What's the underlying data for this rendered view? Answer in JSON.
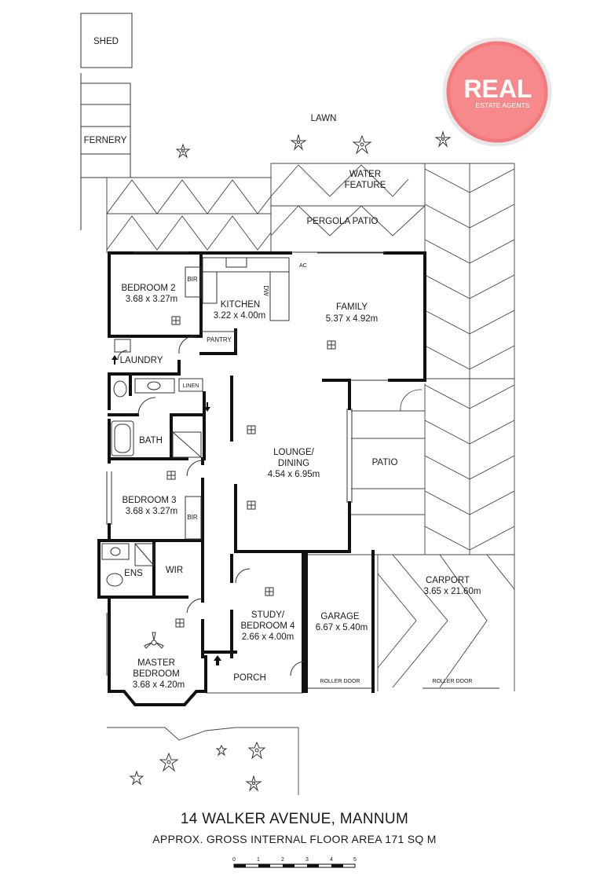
{
  "brand": {
    "logo_text": "REAL",
    "logo_subtext": "ESTATE AGENTS",
    "logo_color": "#f4797c"
  },
  "outdoor": {
    "shed": "SHED",
    "fernery": "FERNERY",
    "lawn": "LAWN",
    "water_feature_1": "WATER",
    "water_feature_2": "FEATURE",
    "pergola_patio": "PERGOLA PATIO",
    "patio": "PATIO",
    "porch": "PORCH"
  },
  "rooms": {
    "bedroom2": {
      "name": "BEDROOM 2",
      "dims": "3.68 x 3.27m"
    },
    "kitchen": {
      "name": "KITCHEN",
      "dims": "3.22 x 4.00m"
    },
    "family": {
      "name": "FAMILY",
      "dims": "5.37 x 4.92m"
    },
    "lounge": {
      "name_1": "LOUNGE/",
      "name_2": "DINING",
      "dims": "4.54 x 6.95m"
    },
    "bedroom3": {
      "name": "BEDROOM 3",
      "dims": "3.68 x 3.27m"
    },
    "study": {
      "name_1": "STUDY/",
      "name_2": "BEDROOM 4",
      "dims": "2.66 x 4.00m"
    },
    "garage": {
      "name": "GARAGE",
      "dims": "6.67 x 5.40m"
    },
    "carport": {
      "name": "CARPORT",
      "dims": "3.65 x 21.60m"
    },
    "master": {
      "name_1": "MASTER",
      "name_2": "BEDROOM",
      "dims": "3.68 x 4.20m"
    }
  },
  "small_labels": {
    "bir": "BIR",
    "pantry": "PANTRY",
    "dw": "DW",
    "ac": "AC",
    "laundry": "LAUNDRY",
    "linen": "LINEN",
    "bath": "BATH",
    "ens": "ENS",
    "wir": "WIR",
    "roller_door": "ROLLER DOOR"
  },
  "footer": {
    "address": "14 WALKER AVENUE, MANNUM",
    "area": "APPROX. GROSS INTERNAL FLOOR AREA  171 SQ M",
    "scale_ticks": [
      "0",
      "1",
      "2",
      "3",
      "4",
      "5"
    ]
  },
  "colors": {
    "wall": "#111111",
    "line": "#333333",
    "logo": "#f4797c"
  }
}
